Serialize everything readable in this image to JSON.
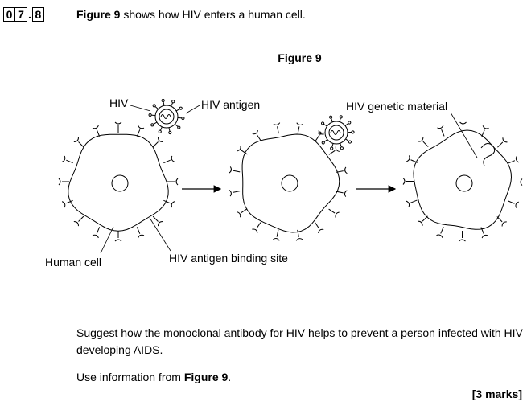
{
  "question": {
    "number_digits": [
      "0",
      "7",
      "8"
    ],
    "intro_bold": "Figure 9",
    "intro_rest": " shows how HIV enters a human cell."
  },
  "figure": {
    "title": "Figure 9",
    "labels": {
      "hiv": "HIV",
      "hiv_antigen": "HIV antigen",
      "hiv_genetic_material": "HIV genetic material",
      "human_cell": "Human cell",
      "antigen_binding_site": "HIV antigen binding site"
    }
  },
  "prompt": {
    "text": "Suggest how the monoclonal antibody for HIV helps to prevent a person infected with HIV developing AIDS.",
    "use_info_plain": "Use information from ",
    "use_info_bold": "Figure 9",
    "use_info_end": ".",
    "marks": "[3 marks]"
  }
}
